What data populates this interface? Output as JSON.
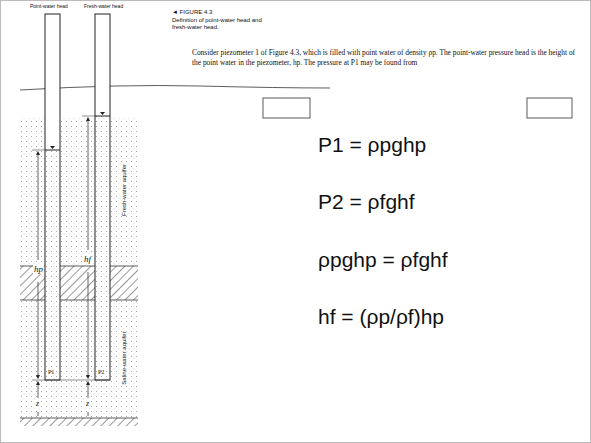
{
  "diagram": {
    "caption": "Definition of point-water head and fresh-water head.",
    "labels": [
      "Point-water head",
      "Fresh-water head",
      "◄ FIGURE 4.3",
      "Consider piezometer 1 of Figure 4.3, which is filled with point water of density ρp. The point-water pressure head is the height of the point water in the piezometer, hp. The pressure at P1 may be found from",
      "P1 = ρpghp",
      "P2 = ρfghf",
      "ρpghp = ρfghf",
      "hf = (ρp/ρf)hp",
      "Fresh-water aquifer",
      "Saline-water aquifer",
      "hp",
      "hf",
      "P1",
      "P2",
      "z",
      "z"
    ]
  }
}
